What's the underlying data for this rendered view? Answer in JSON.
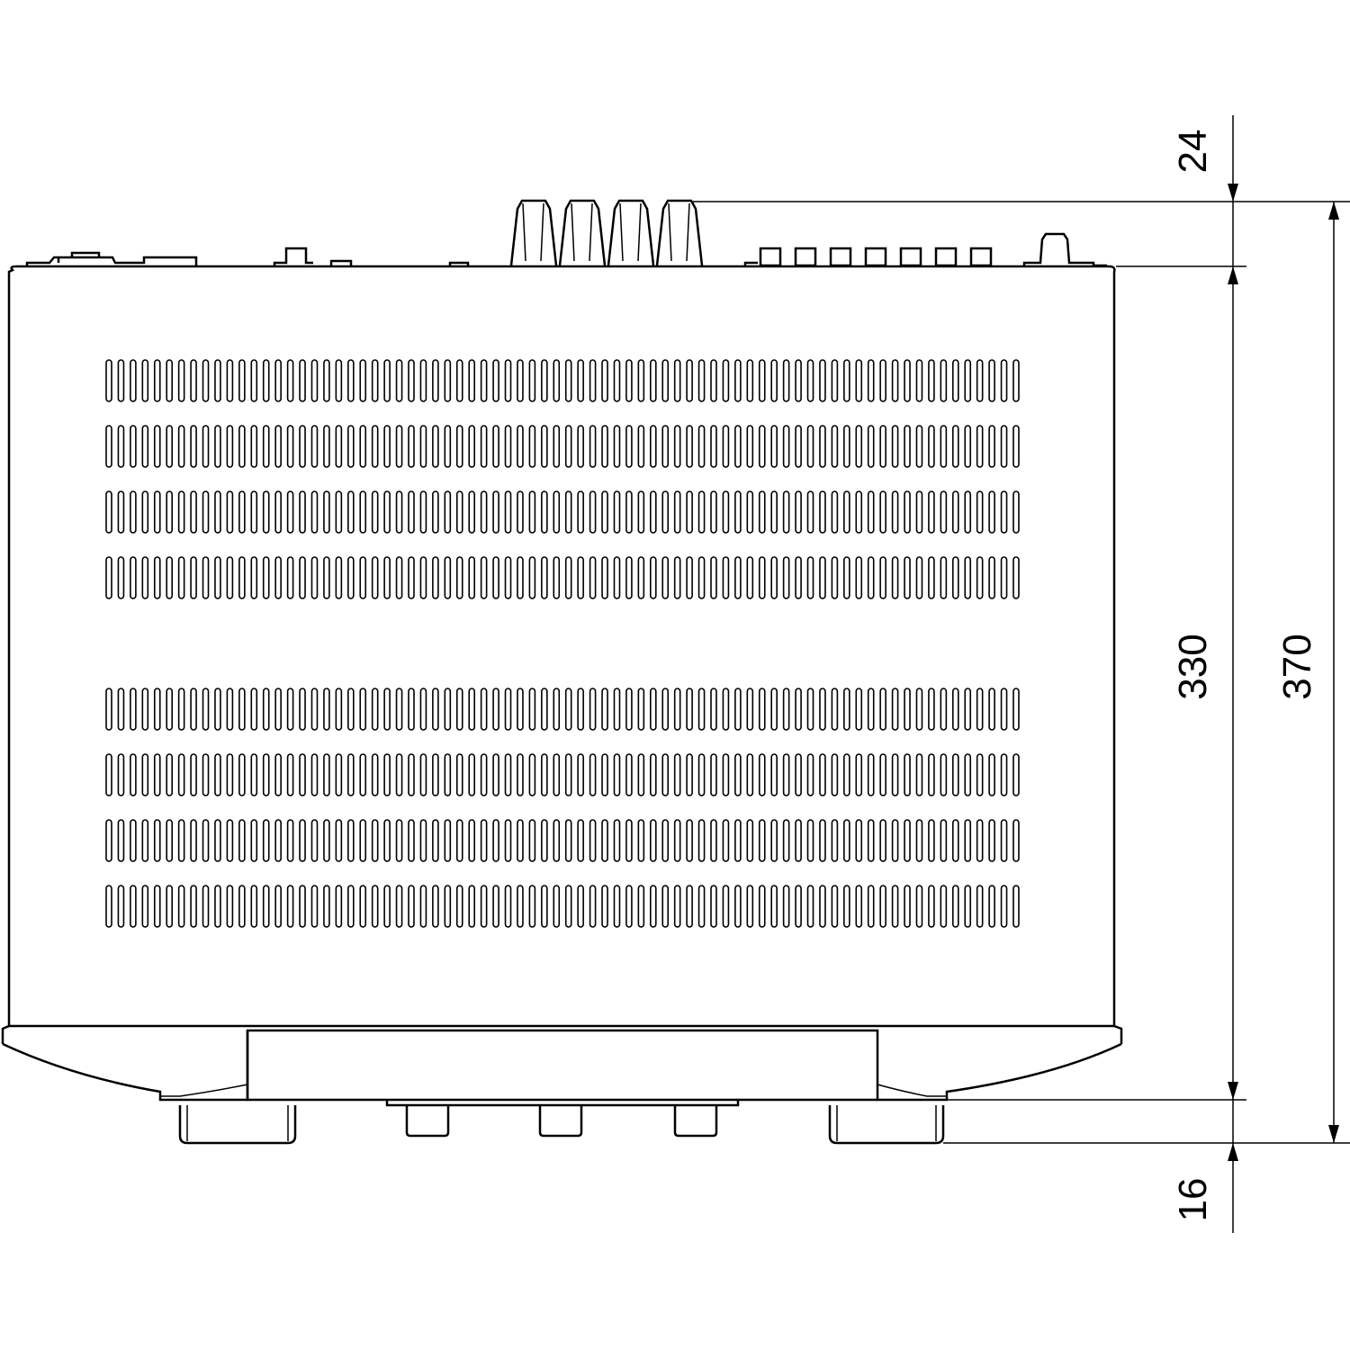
{
  "dimensions": {
    "top_offset": "24",
    "body_depth": "330",
    "overall_depth": "370",
    "bottom_offset": "16"
  },
  "vents": {
    "rows": 8,
    "slots_per_row": 76
  }
}
